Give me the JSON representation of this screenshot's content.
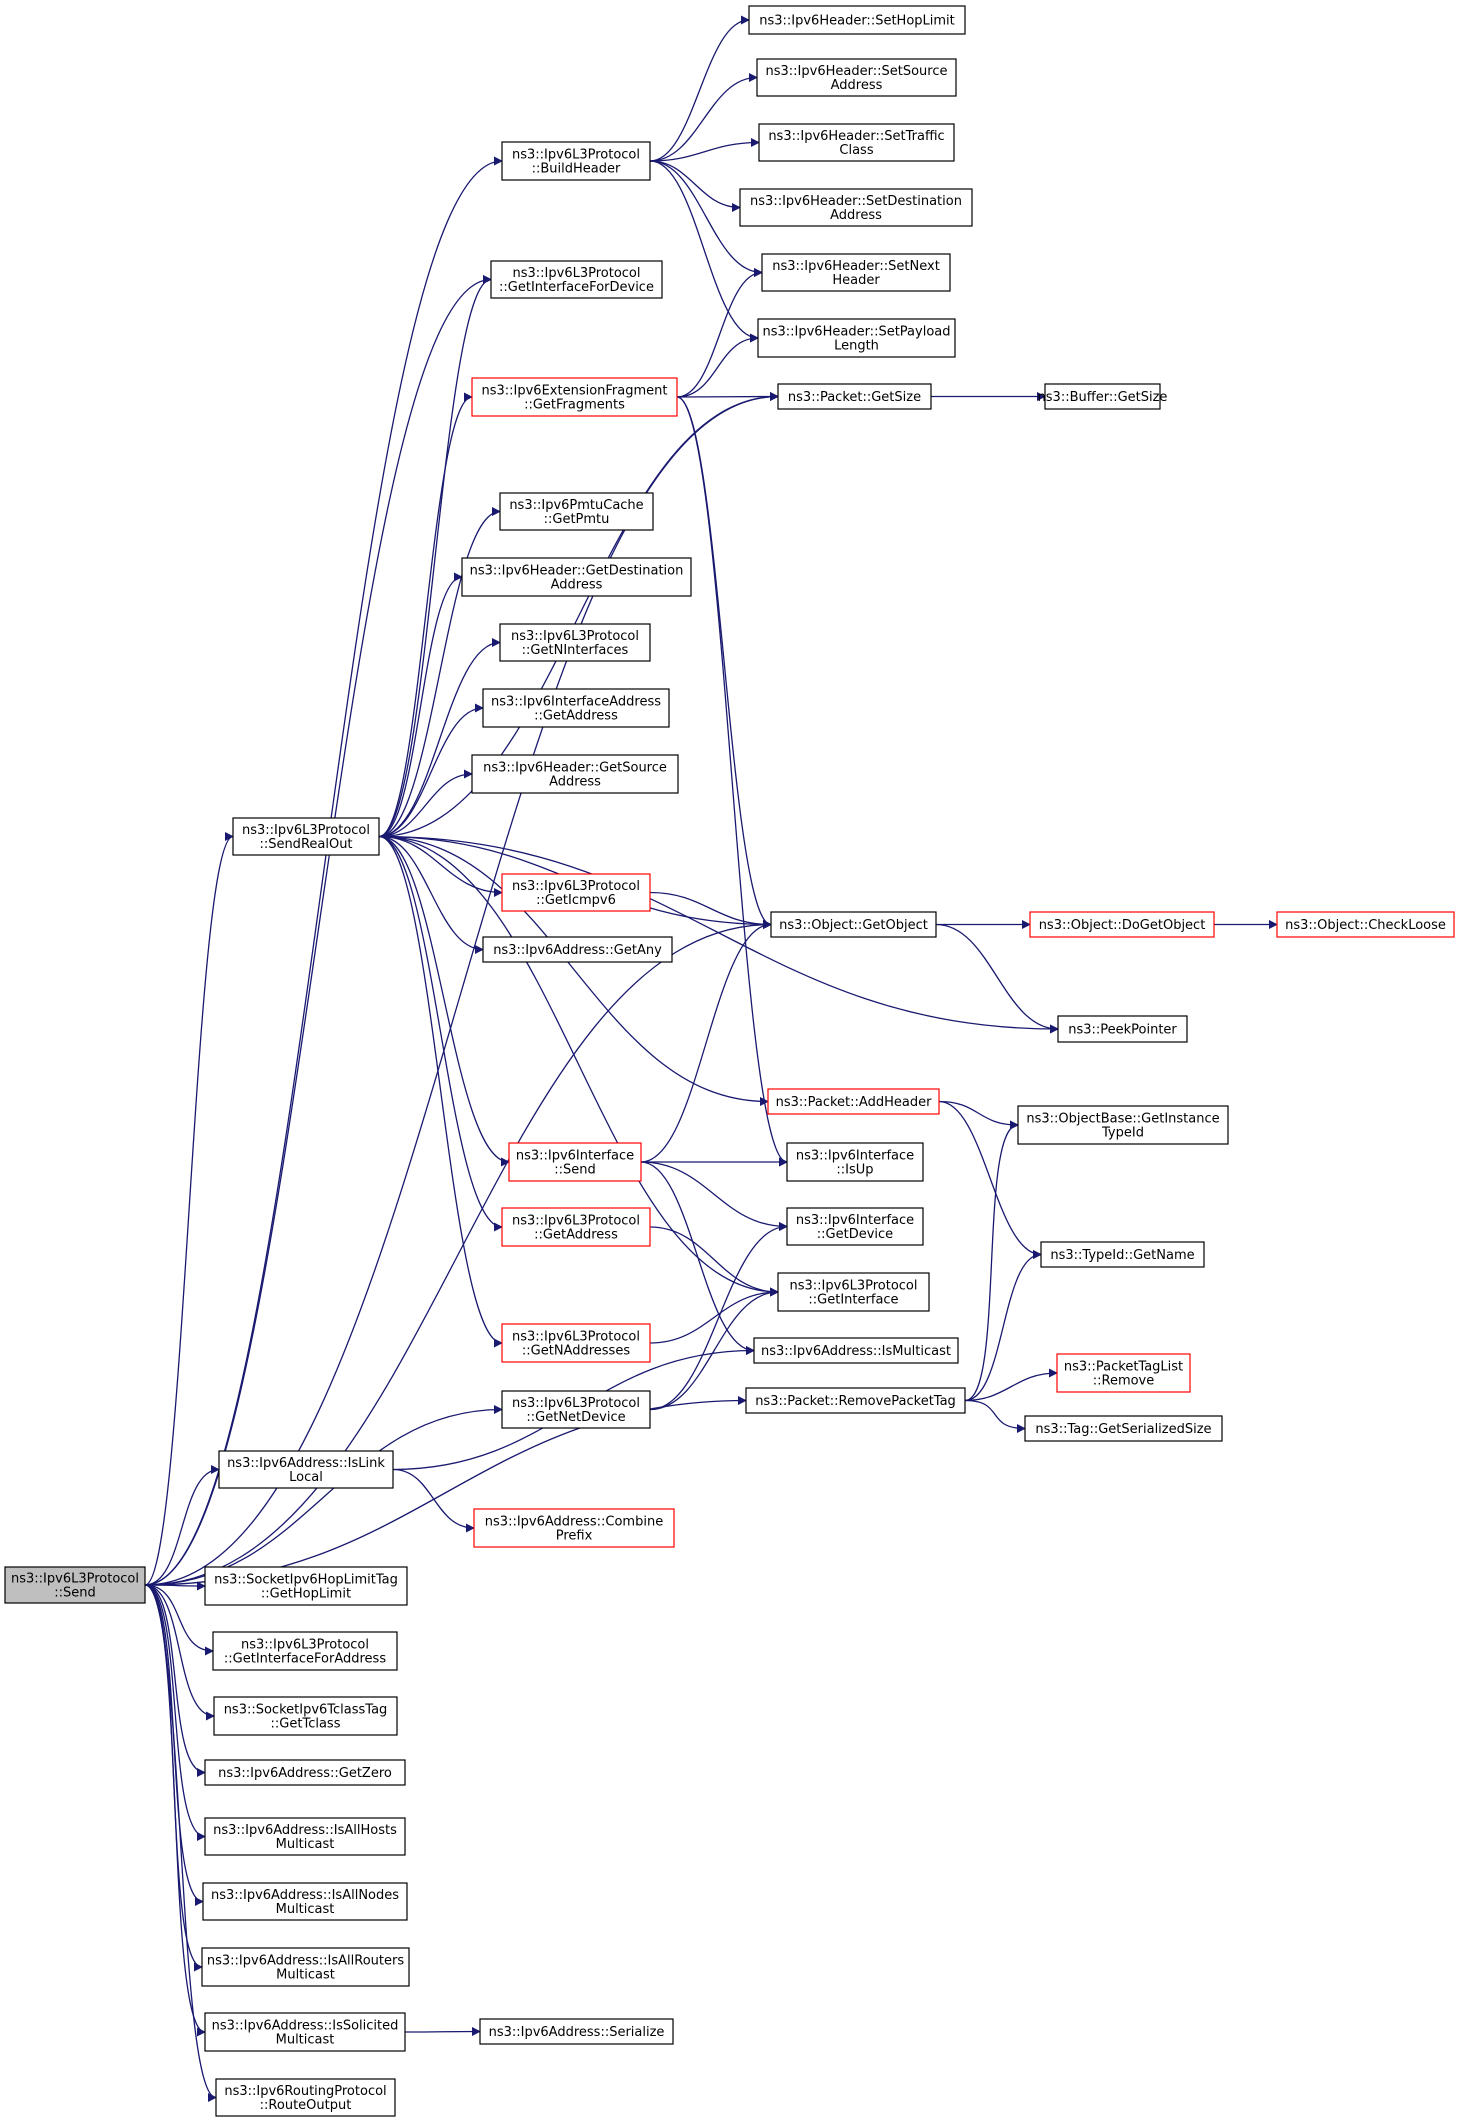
{
  "colors": {
    "edge": "#191970",
    "truncated_border": "#ff0000",
    "root_fill": "#bfbfbf",
    "node_border": "#000000"
  },
  "nodes": [
    {
      "id": "send",
      "lines": [
        "ns3::Ipv6L3Protocol",
        "::Send"
      ],
      "root": true
    },
    {
      "id": "buildheader",
      "lines": [
        "ns3::Ipv6L3Protocol",
        "::BuildHeader"
      ]
    },
    {
      "id": "sethoplimit",
      "lines": [
        "ns3::Ipv6Header::SetHopLimit"
      ]
    },
    {
      "id": "setsourceaddress",
      "lines": [
        "ns3::Ipv6Header::SetSource",
        "Address"
      ]
    },
    {
      "id": "settrafficclass",
      "lines": [
        "ns3::Ipv6Header::SetTraffic",
        "Class"
      ]
    },
    {
      "id": "setdestinationaddress",
      "lines": [
        "ns3::Ipv6Header::SetDestination",
        "Address"
      ]
    },
    {
      "id": "setnextheader",
      "lines": [
        "ns3::Ipv6Header::SetNext",
        "Header"
      ]
    },
    {
      "id": "setpayloadlength",
      "lines": [
        "ns3::Ipv6Header::SetPayload",
        "Length"
      ]
    },
    {
      "id": "getinterfacefordevice",
      "lines": [
        "ns3::Ipv6L3Protocol",
        "::GetInterfaceForDevice"
      ]
    },
    {
      "id": "getfragments",
      "lines": [
        "ns3::Ipv6ExtensionFragment",
        "::GetFragments"
      ],
      "truncated": true
    },
    {
      "id": "packetgetsize",
      "lines": [
        "ns3::Packet::GetSize"
      ]
    },
    {
      "id": "buffergetsize",
      "lines": [
        "ns3::Buffer::GetSize"
      ]
    },
    {
      "id": "getpmtu",
      "lines": [
        "ns3::Ipv6PmtuCache",
        "::GetPmtu"
      ]
    },
    {
      "id": "getdestinationaddress",
      "lines": [
        "ns3::Ipv6Header::GetDestination",
        "Address"
      ]
    },
    {
      "id": "getninterfaces",
      "lines": [
        "ns3::Ipv6L3Protocol",
        "::GetNInterfaces"
      ]
    },
    {
      "id": "ifaddrgetaddress",
      "lines": [
        "ns3::Ipv6InterfaceAddress",
        "::GetAddress"
      ]
    },
    {
      "id": "getsourceaddress",
      "lines": [
        "ns3::Ipv6Header::GetSource",
        "Address"
      ]
    },
    {
      "id": "sendrealout",
      "lines": [
        "ns3::Ipv6L3Protocol",
        "::SendRealOut"
      ]
    },
    {
      "id": "geticmpv6",
      "lines": [
        "ns3::Ipv6L3Protocol",
        "::GetIcmpv6"
      ],
      "truncated": true
    },
    {
      "id": "getobject",
      "lines": [
        "ns3::Object::GetObject"
      ]
    },
    {
      "id": "dogetobject",
      "lines": [
        "ns3::Object::DoGetObject"
      ],
      "truncated": true
    },
    {
      "id": "checkloose",
      "lines": [
        "ns3::Object::CheckLoose"
      ],
      "truncated": true
    },
    {
      "id": "getany",
      "lines": [
        "ns3::Ipv6Address::GetAny"
      ]
    },
    {
      "id": "peekpointer",
      "lines": [
        "ns3::PeekPointer"
      ]
    },
    {
      "id": "addheader",
      "lines": [
        "ns3::Packet::AddHeader"
      ],
      "truncated": true
    },
    {
      "id": "getinstancetypeid",
      "lines": [
        "ns3::ObjectBase::GetInstance",
        "TypeId"
      ]
    },
    {
      "id": "ifacesend",
      "lines": [
        "ns3::Ipv6Interface",
        "::Send"
      ],
      "truncated": true
    },
    {
      "id": "isup",
      "lines": [
        "ns3::Ipv6Interface",
        "::IsUp"
      ]
    },
    {
      "id": "getdevice",
      "lines": [
        "ns3::Ipv6Interface",
        "::GetDevice"
      ]
    },
    {
      "id": "typeidgetname",
      "lines": [
        "ns3::TypeId::GetName"
      ]
    },
    {
      "id": "l3getaddress",
      "lines": [
        "ns3::Ipv6L3Protocol",
        "::GetAddress"
      ],
      "truncated": true
    },
    {
      "id": "getinterface",
      "lines": [
        "ns3::Ipv6L3Protocol",
        "::GetInterface"
      ]
    },
    {
      "id": "getnaddresses",
      "lines": [
        "ns3::Ipv6L3Protocol",
        "::GetNAddresses"
      ],
      "truncated": true
    },
    {
      "id": "ismulticast",
      "lines": [
        "ns3::Ipv6Address::IsMulticast"
      ]
    },
    {
      "id": "getnetdevice",
      "lines": [
        "ns3::Ipv6L3Protocol",
        "::GetNetDevice"
      ]
    },
    {
      "id": "removepackettag",
      "lines": [
        "ns3::Packet::RemovePacketTag"
      ]
    },
    {
      "id": "packettaglistremove",
      "lines": [
        "ns3::PacketTagList",
        "::Remove"
      ],
      "truncated": true
    },
    {
      "id": "getserializedsize",
      "lines": [
        "ns3::Tag::GetSerializedSize"
      ]
    },
    {
      "id": "islinklocal",
      "lines": [
        "ns3::Ipv6Address::IsLink",
        "Local"
      ]
    },
    {
      "id": "combineprefix",
      "lines": [
        "ns3::Ipv6Address::Combine",
        "Prefix"
      ],
      "truncated": true
    },
    {
      "id": "gethoplimit",
      "lines": [
        "ns3::SocketIpv6HopLimitTag",
        "::GetHopLimit"
      ]
    },
    {
      "id": "getinterfaceforaddress",
      "lines": [
        "ns3::Ipv6L3Protocol",
        "::GetInterfaceForAddress"
      ]
    },
    {
      "id": "gettclass",
      "lines": [
        "ns3::SocketIpv6TclassTag",
        "::GetTclass"
      ]
    },
    {
      "id": "getzero",
      "lines": [
        "ns3::Ipv6Address::GetZero"
      ]
    },
    {
      "id": "isallhostsmulticast",
      "lines": [
        "ns3::Ipv6Address::IsAllHosts",
        "Multicast"
      ]
    },
    {
      "id": "isallnodesmulticast",
      "lines": [
        "ns3::Ipv6Address::IsAllNodes",
        "Multicast"
      ]
    },
    {
      "id": "isallroutersmulticast",
      "lines": [
        "ns3::Ipv6Address::IsAllRouters",
        "Multicast"
      ]
    },
    {
      "id": "issolicitedmulticast",
      "lines": [
        "ns3::Ipv6Address::IsSolicited",
        "Multicast"
      ]
    },
    {
      "id": "serialize",
      "lines": [
        "ns3::Ipv6Address::Serialize"
      ]
    },
    {
      "id": "routeoutput",
      "lines": [
        "ns3::Ipv6RoutingProtocol",
        "::RouteOutput"
      ]
    }
  ],
  "edges": [
    [
      "send",
      "buildheader"
    ],
    [
      "send",
      "getinterfacefordevice"
    ],
    [
      "send",
      "packetgetsize"
    ],
    [
      "send",
      "sendrealout"
    ],
    [
      "send",
      "getobject"
    ],
    [
      "send",
      "getnetdevice"
    ],
    [
      "send",
      "islinklocal"
    ],
    [
      "send",
      "removepackettag"
    ],
    [
      "send",
      "gethoplimit"
    ],
    [
      "send",
      "getinterfaceforaddress"
    ],
    [
      "send",
      "gettclass"
    ],
    [
      "send",
      "getzero"
    ],
    [
      "send",
      "isallhostsmulticast"
    ],
    [
      "send",
      "isallnodesmulticast"
    ],
    [
      "send",
      "isallroutersmulticast"
    ],
    [
      "send",
      "issolicitedmulticast"
    ],
    [
      "send",
      "routeoutput"
    ],
    [
      "buildheader",
      "sethoplimit"
    ],
    [
      "buildheader",
      "setsourceaddress"
    ],
    [
      "buildheader",
      "settrafficclass"
    ],
    [
      "buildheader",
      "setdestinationaddress"
    ],
    [
      "buildheader",
      "setnextheader"
    ],
    [
      "buildheader",
      "setpayloadlength"
    ],
    [
      "sendrealout",
      "getinterfacefordevice"
    ],
    [
      "sendrealout",
      "getfragments"
    ],
    [
      "sendrealout",
      "packetgetsize"
    ],
    [
      "sendrealout",
      "addheader"
    ],
    [
      "sendrealout",
      "getpmtu"
    ],
    [
      "sendrealout",
      "getdestinationaddress"
    ],
    [
      "sendrealout",
      "getninterfaces"
    ],
    [
      "sendrealout",
      "ifaddrgetaddress"
    ],
    [
      "sendrealout",
      "getsourceaddress"
    ],
    [
      "sendrealout",
      "getobject"
    ],
    [
      "sendrealout",
      "geticmpv6"
    ],
    [
      "sendrealout",
      "getany"
    ],
    [
      "sendrealout",
      "peekpointer"
    ],
    [
      "sendrealout",
      "ifacesend"
    ],
    [
      "sendrealout",
      "l3getaddress"
    ],
    [
      "sendrealout",
      "getinterface"
    ],
    [
      "sendrealout",
      "getnaddresses"
    ],
    [
      "getfragments",
      "setnextheader"
    ],
    [
      "getfragments",
      "setpayloadlength"
    ],
    [
      "getfragments",
      "packetgetsize"
    ],
    [
      "getfragments",
      "getobject"
    ],
    [
      "getfragments",
      "isup"
    ],
    [
      "packetgetsize",
      "buffergetsize"
    ],
    [
      "geticmpv6",
      "getobject"
    ],
    [
      "getobject",
      "dogetobject"
    ],
    [
      "getobject",
      "peekpointer"
    ],
    [
      "dogetobject",
      "checkloose"
    ],
    [
      "addheader",
      "getinstancetypeid"
    ],
    [
      "addheader",
      "typeidgetname"
    ],
    [
      "ifacesend",
      "getobject"
    ],
    [
      "ifacesend",
      "isup"
    ],
    [
      "ifacesend",
      "getdevice"
    ],
    [
      "ifacesend",
      "ismulticast"
    ],
    [
      "l3getaddress",
      "getinterface"
    ],
    [
      "getnaddresses",
      "getinterface"
    ],
    [
      "getnetdevice",
      "getdevice"
    ],
    [
      "getnetdevice",
      "getinterface"
    ],
    [
      "removepackettag",
      "getinstancetypeid"
    ],
    [
      "removepackettag",
      "typeidgetname"
    ],
    [
      "removepackettag",
      "packettaglistremove"
    ],
    [
      "removepackettag",
      "getserializedsize"
    ],
    [
      "islinklocal",
      "ismulticast"
    ],
    [
      "islinklocal",
      "combineprefix"
    ],
    [
      "issolicitedmulticast",
      "serialize"
    ]
  ]
}
